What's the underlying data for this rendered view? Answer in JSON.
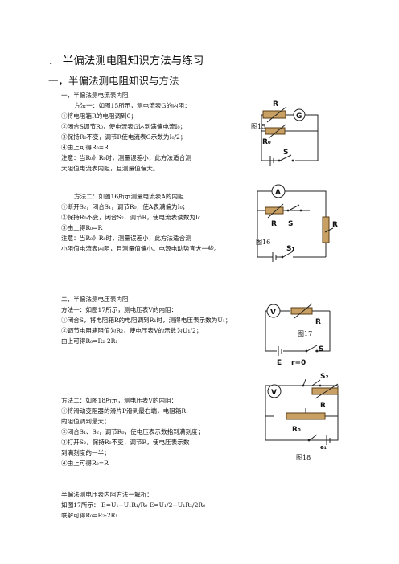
{
  "title": "． 半偏法测电阻知识方法与练习",
  "section1": "一，半偏法测电阻知识与方法",
  "p1": {
    "heading": "一，半偏法测电流表内阻",
    "lines": [
      "方法一：如图15所示，测电流表G的内阻：",
      "①将电阻箱R的电阻调到0；",
      "②闭合S调节R₀，使电流表G达到满偏电流I₀；",
      "③保持R₀不变，调节R使电流表G示数为I₀/2；",
      "④由上可得R₀=R",
      "注意：当R₀》R₀时，测量误差小，此方法适合测",
      "大阻值电流表内阻，且测量值偏大。"
    ],
    "fig": "图15"
  },
  "p2": {
    "lines": [
      "方法二：如图16所示测量电流表A的内阻",
      "①断开S₂，闭合S₁，调节R₀，使A表满偏为I₀；",
      "②保持R₀不变，闭合S₂，调节R，使电流表读数为I₀",
      "③由上得R₀=R",
      "注意：当R₀》R₀时，测量误差小，此方法适合测",
      "小阻值电流表内阻，且测量值偏小。电源电动势宜大一些。"
    ],
    "fig": "图16"
  },
  "p3": {
    "heading": "二，半偏法测电压表内阻",
    "lines": [
      "方法一：如图17所示，测电压表V的内阻：",
      "①闭合S，将电阻箱R的电阻调到R₁时，测得电压表示数为U₁；",
      "②调节电阻箱阻值为R₂，使电压表V的示数为U₁/2；",
      "由上可得R₀=R₂-2R₁"
    ],
    "fig": "图17"
  },
  "p4": {
    "lines": [
      "方法二：如图18所示，测电压表V的内阻：",
      "①将滑动变阻器的滑片P滑到最右端，电阻箱R",
      "的阻值调到最大；",
      "②闭合S₁、S₂，调节R₀，使电压表示数指到满刻度；",
      "③打开S₂，保持R₀不变，调节R，使电压表示数",
      "到满刻度的一半；",
      "④由上可得R₀=R"
    ],
    "fig": "图18"
  },
  "p5": {
    "lines": [
      "半偏法测电压表内阻方法一解析：",
      "如图17所示：    E=U₁+U₁R₁/R₀          E=U₁/2+U₁R₂/2R₀",
      "联解可得R₀=R₂-2R₁"
    ]
  },
  "labels": {
    "R": "R",
    "G": "G",
    "R0": "R₀",
    "S": "S",
    "A": "A",
    "S1": "S₁",
    "V": "V",
    "E": "E",
    "r0": "r=0",
    "S2": "S₂",
    "e1": "e₁"
  }
}
